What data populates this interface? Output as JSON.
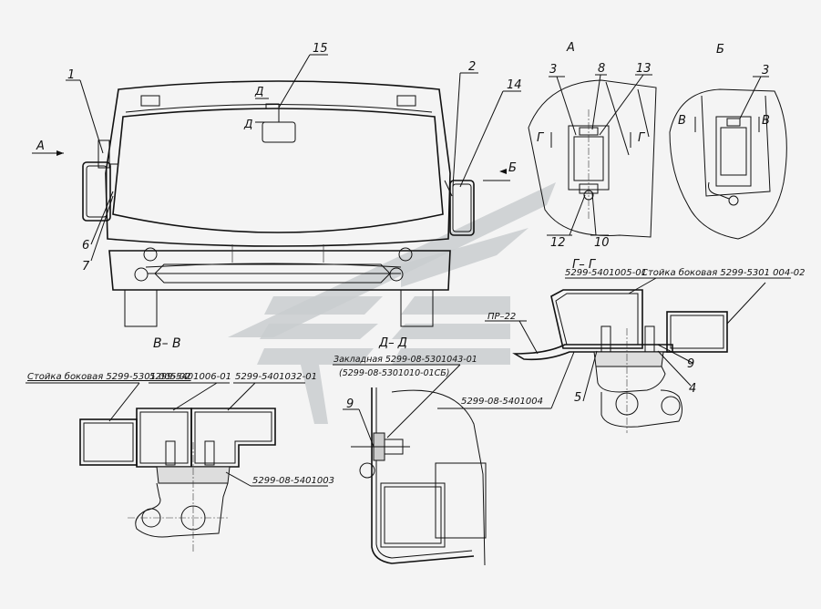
{
  "drawing": {
    "callouts": {
      "c1": "1",
      "c2": "2",
      "c3a": "3",
      "c3b": "3",
      "c4": "4",
      "c5": "5",
      "c6": "6",
      "c7": "7",
      "c8": "8",
      "c9a": "9",
      "c9b": "9",
      "c10": "10",
      "c12": "12",
      "c13": "13",
      "c14": "14",
      "c15": "15"
    },
    "view_labels": {
      "A_view": "А",
      "B_view": "Б",
      "arrow_A": "А",
      "arrow_B": "Б",
      "D_top": "Д",
      "D_bottom": "Д",
      "G_left": "Г",
      "G_right": "Г",
      "V_left": "В",
      "V_right": "В",
      "section_VV": "В– В",
      "section_DD": "Д– Д",
      "section_GG": "Г– Г"
    },
    "part_labels": {
      "stoika_left": "Стойка боковая 5299-5301 005-02",
      "part_5401006": "5299-5401006-01",
      "part_5401032": "5299-5401032-01",
      "part_5401003": "5299-08-5401003",
      "zakladnaya": "Закладная 5299-08-5301043-01",
      "zakladnaya_sb": "(5299-08-5301010-01СБ)",
      "part_5401005": "5299-5401005-01",
      "stoika_right": "Стойка боковая 5299-5301 004-02",
      "pr22": "ПР–22",
      "part_5401004": "5299-08-5401004"
    }
  }
}
